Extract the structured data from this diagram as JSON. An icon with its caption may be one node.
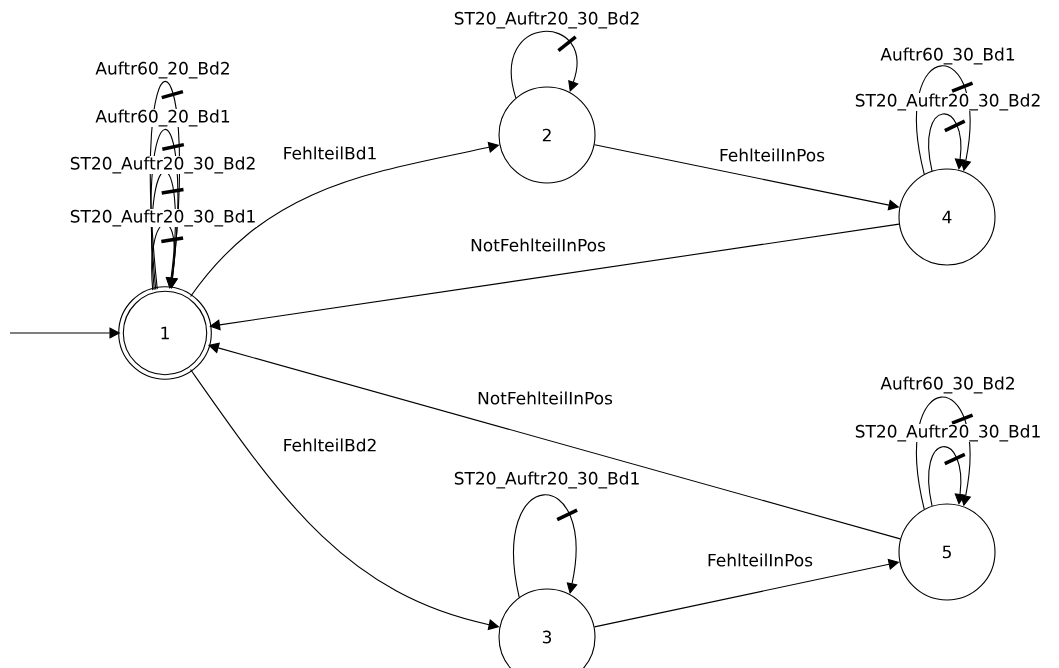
{
  "diagram": {
    "nodes": [
      {
        "text": [
          "1"
        ]
      },
      {
        "text": [
          "2"
        ]
      },
      {
        "text": [
          "3"
        ]
      },
      {
        "text": [
          "4"
        ]
      },
      {
        "text": [
          "5"
        ]
      }
    ],
    "edges": [
      {
        "from": null,
        "to": 0,
        "arrow": "to"
      },
      {
        "from": 0,
        "to": 0,
        "arrow": "to",
        "label": "Auftr60_20_Bd2"
      },
      {
        "from": 0,
        "to": 0,
        "arrow": "to",
        "label": "Auftr60_20_Bd1"
      },
      {
        "from": 0,
        "to": 0,
        "arrow": "to",
        "label": "ST20_Auftr20_30_Bd2"
      },
      {
        "from": 0,
        "to": 0,
        "arrow": "to",
        "label": "ST20_Auftr20_30_Bd1"
      },
      {
        "from": 0,
        "to": 1,
        "arrow": "to",
        "label": "FehlteilBd1"
      },
      {
        "from": 1,
        "to": 1,
        "arrow": "to",
        "label": "ST20_Auftr20_30_Bd2"
      },
      {
        "from": 1,
        "to": 3,
        "arrow": "to",
        "label": "FehlteilInPos"
      },
      {
        "from": 3,
        "to": 3,
        "arrow": "to",
        "label": "Auftr60_30_Bd1"
      },
      {
        "from": 3,
        "to": 3,
        "arrow": "to",
        "label": "ST20_Auftr20_30_Bd2"
      },
      {
        "from": 3,
        "to": 0,
        "arrow": "to",
        "label": "NotFehlteilInPos"
      },
      {
        "from": 0,
        "to": 2,
        "arrow": "to",
        "label": "FehlteilBd2"
      },
      {
        "from": 2,
        "to": 2,
        "arrow": "to",
        "label": "ST20_Auftr20_30_Bd1"
      },
      {
        "from": 2,
        "to": 4,
        "arrow": "to",
        "label": "FehlteilInPos"
      },
      {
        "from": 4,
        "to": 4,
        "arrow": "to",
        "label": "Auftr60_30_Bd2"
      },
      {
        "from": 4,
        "to": 4,
        "arrow": "to",
        "label": "ST20_Auftr20_30_Bd1"
      },
      {
        "from": 4,
        "to": 0,
        "arrow": "to",
        "label": "NotFehlteilInPos"
      }
    ]
  }
}
